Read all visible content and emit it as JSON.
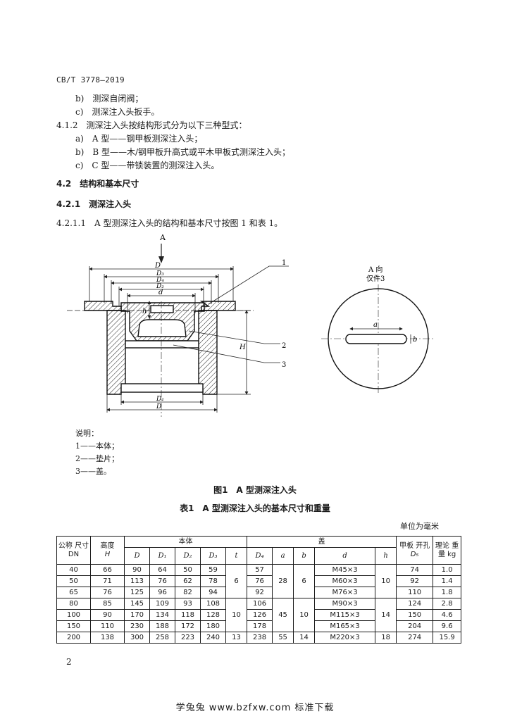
{
  "header": {
    "doc_code": "CB/T 3778—2019"
  },
  "body": {
    "line_b": "b)　测深自闭阀；",
    "line_c": "c)　测深注入头扳手。",
    "sec_412": "4.1.2　测深注入头按结构形式分为以下三种型式：",
    "type_a": "a)　A 型——钢甲板测深注入头；",
    "type_b": "b)　B 型——木/钢甲板升高式或平木甲板式测深注入头；",
    "type_c": "c)　C 型——带锁装置的测深注入头。",
    "sec_42": "4.2　结构和基本尺寸",
    "sec_421": "4.2.1　测深注入头",
    "sec_4211": "4.2.1.1　A 型测深注入头的结构和基本尺寸按图 1 和表 1。"
  },
  "figure": {
    "arrow_label": "A",
    "dim_D": "D",
    "dim_D3": "D₃",
    "dim_D4": "D₄",
    "dim_D2": "D₂",
    "dim_d": "d",
    "dim_h": "h",
    "dim_H": "H",
    "dim_D1": "D₁",
    "dim_D_bottom": "D",
    "callout_1": "1",
    "callout_2": "2",
    "callout_3": "3",
    "view_title": "A 向",
    "view_note": "仅件3",
    "dim_a": "a",
    "dim_b": "b",
    "legend_title": "说明：",
    "legend_1": "1——本体；",
    "legend_2": "2——垫片；",
    "legend_3": "3——盖。",
    "caption": "图1　A 型测深注入头"
  },
  "table": {
    "title": "表1　A 型测深注入头的基本尺寸和重量",
    "unit": "单位为毫米",
    "head": {
      "dn": "公称 尺寸 DN",
      "height": "高度",
      "height_sym": "H",
      "body": "本体",
      "cover": "盖",
      "deck": "甲板 开孔",
      "deck_sym": "D₅",
      "weight": "理论 重量 kg",
      "D": "D",
      "D1": "D₁",
      "D2": "D₂",
      "D3": "D₃",
      "t": "t",
      "D4": "D₄",
      "a": "a",
      "b": "b",
      "d": "d",
      "h": "h"
    },
    "rows": [
      [
        "40",
        "66",
        "90",
        "64",
        "50",
        "59",
        "57",
        "M45×3",
        "74",
        "1.0"
      ],
      [
        "50",
        "71",
        "113",
        "76",
        "62",
        "78",
        "76",
        "M60×3",
        "92",
        "1.4"
      ],
      [
        "65",
        "76",
        "125",
        "96",
        "82",
        "94",
        "92",
        "M76×3",
        "110",
        "1.8"
      ],
      [
        "80",
        "85",
        "145",
        "109",
        "93",
        "108",
        "106",
        "M90×3",
        "124",
        "2.8"
      ],
      [
        "100",
        "90",
        "170",
        "134",
        "118",
        "128",
        "126",
        "M115×3",
        "150",
        "4.6"
      ],
      [
        "150",
        "110",
        "230",
        "188",
        "172",
        "180",
        "178",
        "M165×3",
        "204",
        "9.6"
      ],
      [
        "200",
        "138",
        "300",
        "258",
        "223",
        "240",
        "238",
        "M220×3",
        "274",
        "15.9"
      ]
    ],
    "merged": {
      "t1": "6",
      "t2": "10",
      "t3": "13",
      "a1": "28",
      "a2": "45",
      "a3": "55",
      "b1": "6",
      "b2": "10",
      "b3": "14",
      "h1": "10",
      "h2": "14",
      "h3": "18"
    }
  },
  "page_number": "2",
  "footer": "学兔兔 www.bzfxw.com 标准下载"
}
